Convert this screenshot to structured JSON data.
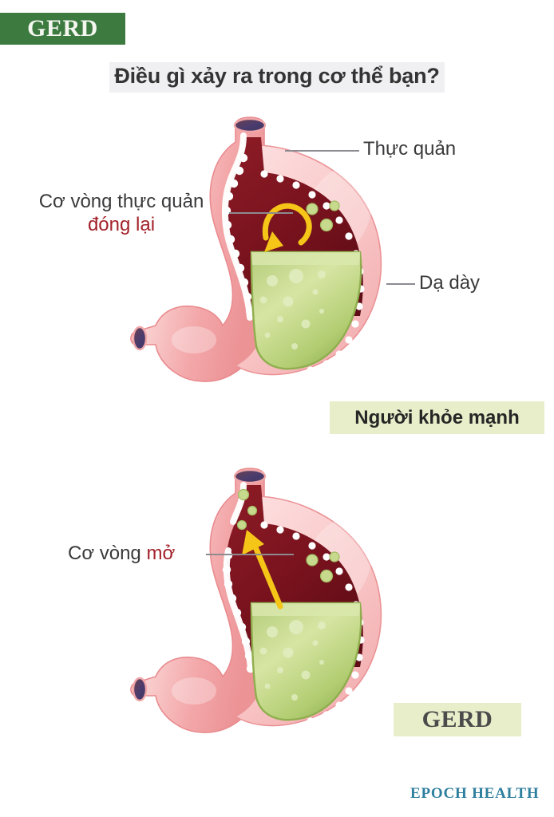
{
  "header": {
    "badge_label": "GERD",
    "badge_color": "#3d7a40",
    "title": "Điều gì xảy ra trong cơ thể bạn?",
    "title_highlight_color": "#f0f0f3",
    "title_color": "#333333"
  },
  "labels": {
    "esophagus": "Thực quản",
    "sphincter_closed_line1": "Cơ vòng thực quản",
    "sphincter_closed_line2": "đóng lại",
    "stomach": "Dạ dày",
    "sphincter_open_prefix": "Cơ vòng ",
    "sphincter_open_accent": "mở",
    "accent_color": "#a3222a",
    "text_color": "#3a3a3c",
    "leader_line_color": "#8b8b90"
  },
  "captions": {
    "healthy": "Người khỏe mạnh",
    "gerd": "GERD",
    "box_color": "#e8eec9"
  },
  "footer": {
    "brand": "EPOCH HEALTH",
    "brand_color": "#2e7f9e"
  },
  "illustration": {
    "stomach_wall_color": "#f2a9ab",
    "stomach_wall_light": "#fbd3d3",
    "mucosa_color": "#7e1622",
    "gastric_acid_color": "#a8c96a",
    "gastric_acid_light": "#d3e29b",
    "sphincter_bead_color": "#ffffff",
    "arrow_color": "#f5c518",
    "lumen_opening_color": "#4a3c6e",
    "healthy_arrow_direction": "down-curved",
    "gerd_arrow_direction": "up-straight",
    "acid_bubble_color": "#c9dd8f"
  },
  "diagram_panels": [
    {
      "name": "healthy-stomach",
      "caption": "Người khỏe mạnh",
      "sphincter_state": "closed",
      "reflux": false
    },
    {
      "name": "gerd-stomach",
      "caption": "GERD",
      "sphincter_state": "open",
      "reflux": true
    }
  ]
}
